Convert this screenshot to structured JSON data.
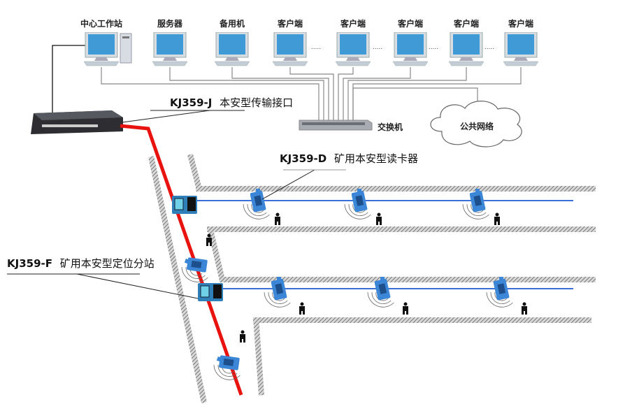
{
  "computers": [
    {
      "label": "中心工作站"
    },
    {
      "label": "服务器"
    },
    {
      "label": "备用机"
    },
    {
      "label": "客户端"
    },
    {
      "label": "客户端"
    },
    {
      "label": "客户端"
    },
    {
      "label": "客户端"
    },
    {
      "label": "客户端"
    }
  ],
  "ellipsis": ".....",
  "switch_label": "交换机",
  "cloud_label": "公共网络",
  "interface": {
    "model": "KJ359-J",
    "name": "本安型传输接口"
  },
  "reader": {
    "model": "KJ359-D",
    "name": "矿用本安型读卡器"
  },
  "substation": {
    "model": "KJ359-F",
    "name": "矿用本安型定位分站"
  },
  "colors": {
    "trunk": "#e8130f",
    "branch": "#3a6fd8",
    "device": "#3b86d6",
    "wall": "#8a8a8a"
  }
}
